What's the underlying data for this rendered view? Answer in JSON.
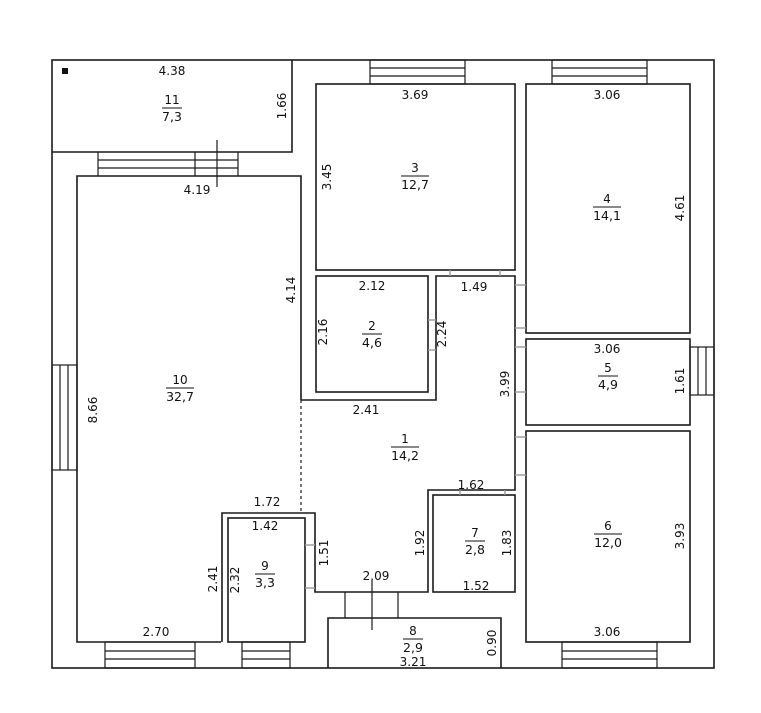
{
  "rooms": [
    {
      "id": "1",
      "area": "14,2",
      "dims": [
        "2.41",
        "3.99",
        "1.62",
        "1.92",
        "2.09",
        "1.51"
      ]
    },
    {
      "id": "2",
      "area": "4,6",
      "dims": [
        "2.12",
        "2.16",
        "2.24"
      ]
    },
    {
      "id": "3",
      "area": "12,7",
      "dims": [
        "3.69",
        "3.45"
      ]
    },
    {
      "id": "4",
      "area": "14,1",
      "dims": [
        "3.06",
        "4.61"
      ]
    },
    {
      "id": "5",
      "area": "4,9",
      "dims": [
        "3.06",
        "1.61"
      ]
    },
    {
      "id": "6",
      "area": "12,0",
      "dims": [
        "3.93",
        "3.06"
      ]
    },
    {
      "id": "7",
      "area": "2,8",
      "dims": [
        "1.83",
        "1.52"
      ]
    },
    {
      "id": "8",
      "area": "2,9",
      "dims": [
        "0.90",
        "3.21"
      ]
    },
    {
      "id": "9",
      "area": "3,3",
      "dims": [
        "1.72",
        "1.42",
        "2.41",
        "2.32"
      ]
    },
    {
      "id": "10",
      "area": "32,7",
      "dims": [
        "4.19",
        "4.14",
        "8.66",
        "2.70"
      ]
    },
    {
      "id": "11",
      "area": "7,3",
      "dims": [
        "4.38",
        "1.66"
      ]
    }
  ]
}
